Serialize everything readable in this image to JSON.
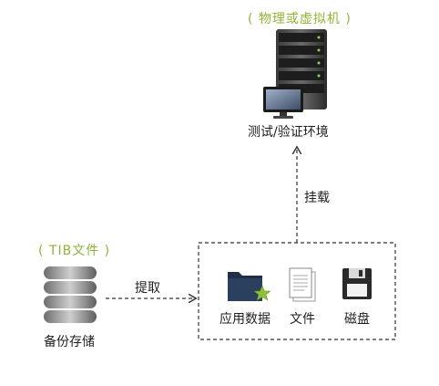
{
  "server_group": {
    "caption": "( 物理或虚拟机 )",
    "label": "测试/验证环境"
  },
  "mount_label": "挂载",
  "storage_group": {
    "caption": "( TIB文件 )",
    "label": "备份存储"
  },
  "extract_label": "提取",
  "contents": [
    {
      "icon": "folder-star-icon",
      "label": "应用数据"
    },
    {
      "icon": "document-icon",
      "label": "文件"
    },
    {
      "icon": "floppy-disk-icon",
      "label": "磁盘"
    }
  ],
  "colors": {
    "accent_green": "#8fb536",
    "line": "#333333"
  }
}
